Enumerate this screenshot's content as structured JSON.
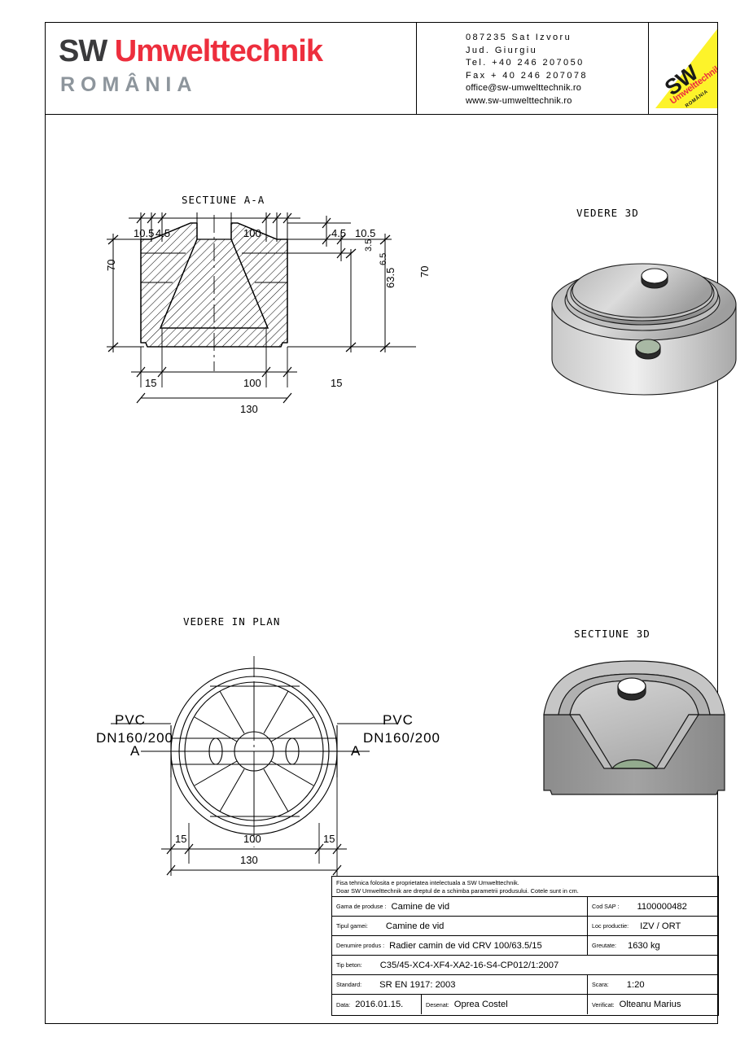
{
  "header": {
    "logo": {
      "sw": "SW",
      "umwelt": "Umwelttechnik",
      "country": "ROMÂNIA"
    },
    "contact": {
      "line1": "087235 Sat Izvoru",
      "line2": "Jud.   Giurgiu",
      "line3": "Tel. +40 246 207050",
      "line4": "Fax + 40 246 207078",
      "line5": "office@sw-umwelttechnik.ro",
      "line6": "www.sw-umwelttechnik.ro"
    },
    "badge": {
      "sw": "SW",
      "umwelt": "Umwelttechnik",
      "country": "ROMÂNIA"
    }
  },
  "views": {
    "section_aa": {
      "title": "SECTIUNE A-A",
      "dims_top": [
        "10.5",
        "4.5",
        "100",
        "4.5",
        "10.5"
      ],
      "dims_right_small": [
        "3.5",
        "6.5"
      ],
      "dim_left_height": "70",
      "dim_right_inner": "63.5",
      "dim_right_outer": "70",
      "dims_bottom": [
        "15",
        "100",
        "15"
      ],
      "dim_overall": "130"
    },
    "vedere_3d": {
      "title": "VEDERE 3D"
    },
    "plan": {
      "title": "VEDERE IN PLAN",
      "pvc_left_l1": "PVC",
      "pvc_left_l2": "DN160/200",
      "pvc_right_l1": "PVC",
      "pvc_right_l2": "DN160/200",
      "marker_left": "A",
      "marker_right": "A",
      "dims_bottom": [
        "15",
        "100",
        "15"
      ],
      "dim_overall": "130"
    },
    "sectiune_3d": {
      "title": "SECTIUNE 3D"
    }
  },
  "title_block": {
    "note_line1": "Fisa tehnica folosita e proprietatea intelectuala a SW Umwelttechnik.",
    "note_line2": "Doar SW Umwelttechnik are dreptul de a schimba parametrii produsului. Cotele sunt in cm.",
    "rows": [
      {
        "label": "Gama de produse :",
        "value": "Camine de vid",
        "label2": "Cod SAP :",
        "value2": "1100000482"
      },
      {
        "label": "Tipul gamei:",
        "value": "Camine de vid",
        "label2": "Loc productie:",
        "value2": "IZV / ORT"
      },
      {
        "label": "Denumire produs :",
        "value": "Radier camin de vid CRV 100/63.5/15",
        "label2": "Greutate:",
        "value2": "1630 kg"
      }
    ],
    "beton_label": "Tip beton:",
    "beton_value": "C35/45-XC4-XF4-XA2-16-S4-CP012/1:2007",
    "standard_label": "Standard:",
    "standard_value": "SR EN 1917: 2003",
    "scara_label": "Scara:",
    "scara_value": "1:20",
    "data_label": "Data:",
    "data_value": "2016.01.15.",
    "desenat_label": "Desenat:",
    "desenat_value": "Oprea Costel",
    "verificat_label": "Verificat:",
    "verificat_value": "Olteanu Marius"
  }
}
